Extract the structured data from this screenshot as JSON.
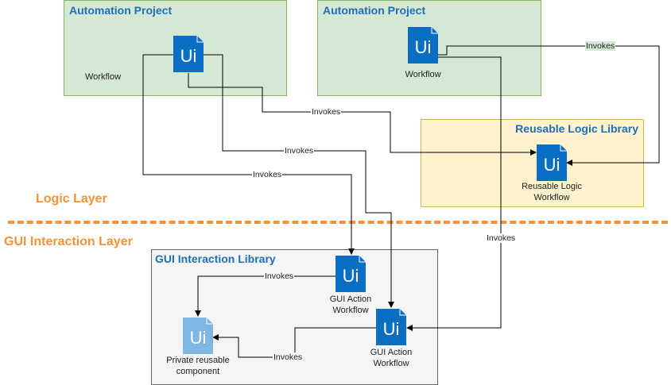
{
  "colors": {
    "project_fill": "#d5e8d4",
    "project_border": "#82b366",
    "logic_fill": "#fff2cc",
    "logic_border": "#d6b656",
    "gui_fill": "#f5f5f5",
    "gui_border": "#666666",
    "title_blue": "#1f6fb5",
    "layer_orange": "#f2923a",
    "icon_blue": "#0a6ec2",
    "icon_light": "#7fb6e2"
  },
  "containers": {
    "project_a": {
      "title": "Automation Project"
    },
    "project_b": {
      "title": "Automation Project"
    },
    "logic_library": {
      "title": "Reusable Logic Library"
    },
    "gui_library": {
      "title": "GUI Interaction Library"
    }
  },
  "layers": {
    "logic": "Logic Layer",
    "gui": "GUI Interaction Layer"
  },
  "nodes": {
    "workflow_a": {
      "label": "Workflow",
      "icon": "uipath-icon"
    },
    "workflow_b": {
      "label": "Workflow",
      "icon": "uipath-icon"
    },
    "logic_workflow": {
      "label_line1": "Reusable Logic",
      "label_line2": "Workflow",
      "icon": "uipath-icon"
    },
    "gui_action_1": {
      "label_line1": "GUI Action",
      "label_line2": "Workflow",
      "icon": "uipath-icon"
    },
    "gui_action_2": {
      "label_line1": "GUI Action",
      "label_line2": "Workflow",
      "icon": "uipath-icon"
    },
    "private_component": {
      "label_line1": "Private reusable",
      "label_line2": "component",
      "icon": "uipath-icon-light"
    }
  },
  "icon_text": "Ui",
  "edges": {
    "a_to_logic": "Invokes",
    "a_to_gui2": "Invokes",
    "a_to_gui1": "Invokes",
    "b_to_logic": "Invokes",
    "b_to_gui2": "Invokes",
    "gui1_to_private": "Invokes",
    "gui2_to_private": "Invokes"
  }
}
